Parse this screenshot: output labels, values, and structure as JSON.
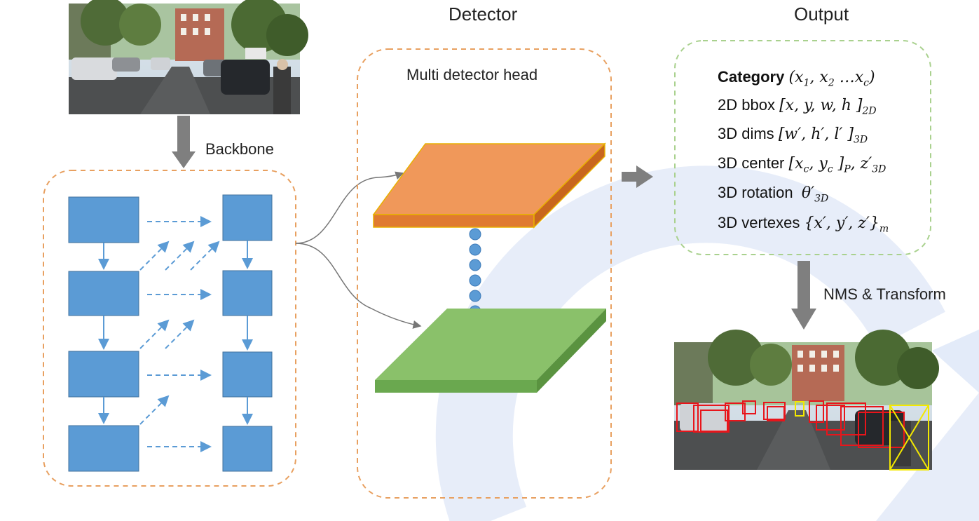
{
  "colors": {
    "block_blue": "#5b9bd5",
    "block_border": "#41719c",
    "dash_orange": "#e8a060",
    "dash_green": "#a9d18e",
    "top_layer": "#f0985a",
    "top_layer_side": "#e07a30",
    "bottom_layer": "#8ac16a",
    "bottom_layer_side": "#6aa84f",
    "arrow_gray": "#7f7f7f",
    "bg_arc": "#e7edf9"
  },
  "labels": {
    "detector": "Detector",
    "output": "Output",
    "backbone": "Backbone",
    "multi_head": "Multi detector head",
    "nms": "NMS & Transform"
  },
  "output_lines": {
    "category": {
      "label": "Category",
      "expr": "(x",
      "s1": "1",
      "mid": ", x",
      "s2": "2",
      "rest": " …x",
      "s3": "c",
      "end": ")"
    },
    "bbox2d": {
      "label": "2D bbox",
      "expr": "[x, y, w, h ]",
      "sub": "2D"
    },
    "dims3d": {
      "label": "3D dims",
      "expr": "[w′, h′, l′ ]",
      "sub": "3D"
    },
    "center3d": {
      "label": "3D center",
      "expr": "[x",
      "s1": "c",
      "mid": ", y",
      "s2": "c",
      "rest": " ]",
      "s3": "P",
      "tail": ", z′",
      "s4": "3D"
    },
    "rotation3d": {
      "label": "3D rotation",
      "expr": "θ′",
      "sub": "3D"
    },
    "vertexes3d": {
      "label": "3D vertexes",
      "expr": "{x′, y′,  z′}",
      "sub": "m"
    }
  },
  "images": {
    "input_photo": "street-scene",
    "output_photo": "street-scene-with-3d-boxes"
  }
}
